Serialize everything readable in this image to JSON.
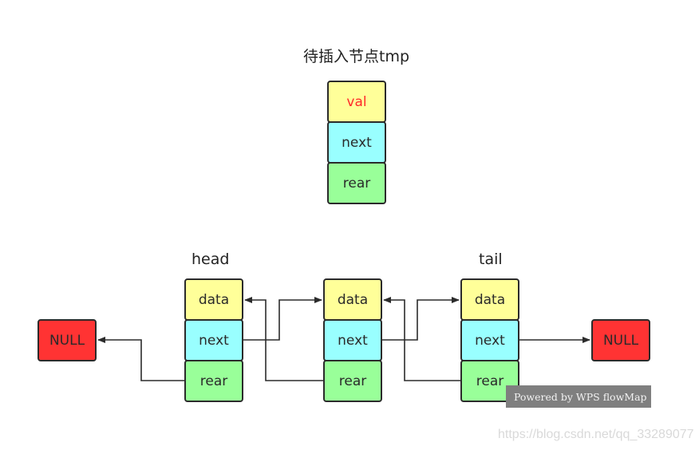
{
  "title": "待插入节点tmp",
  "tmp_node": {
    "val": "val",
    "next": "next",
    "rear": "rear"
  },
  "nodes": [
    {
      "label": "head",
      "data": "data",
      "next": "next",
      "rear": "rear"
    },
    {
      "label": "",
      "data": "data",
      "next": "next",
      "rear": "rear"
    },
    {
      "label": "tail",
      "data": "data",
      "next": "next",
      "rear": "rear"
    }
  ],
  "null_left": "NULL",
  "null_right": "NULL",
  "watermark_wps": "Powered by WPS flowMap",
  "watermark_csdn": "https://blog.csdn.net/qq_33289077",
  "colors": {
    "data_fill": "#ffff99",
    "next_fill": "#99ffff",
    "rear_fill": "#99ff99",
    "null_fill": "#ff3333",
    "val_text": "#ff2a2a"
  }
}
